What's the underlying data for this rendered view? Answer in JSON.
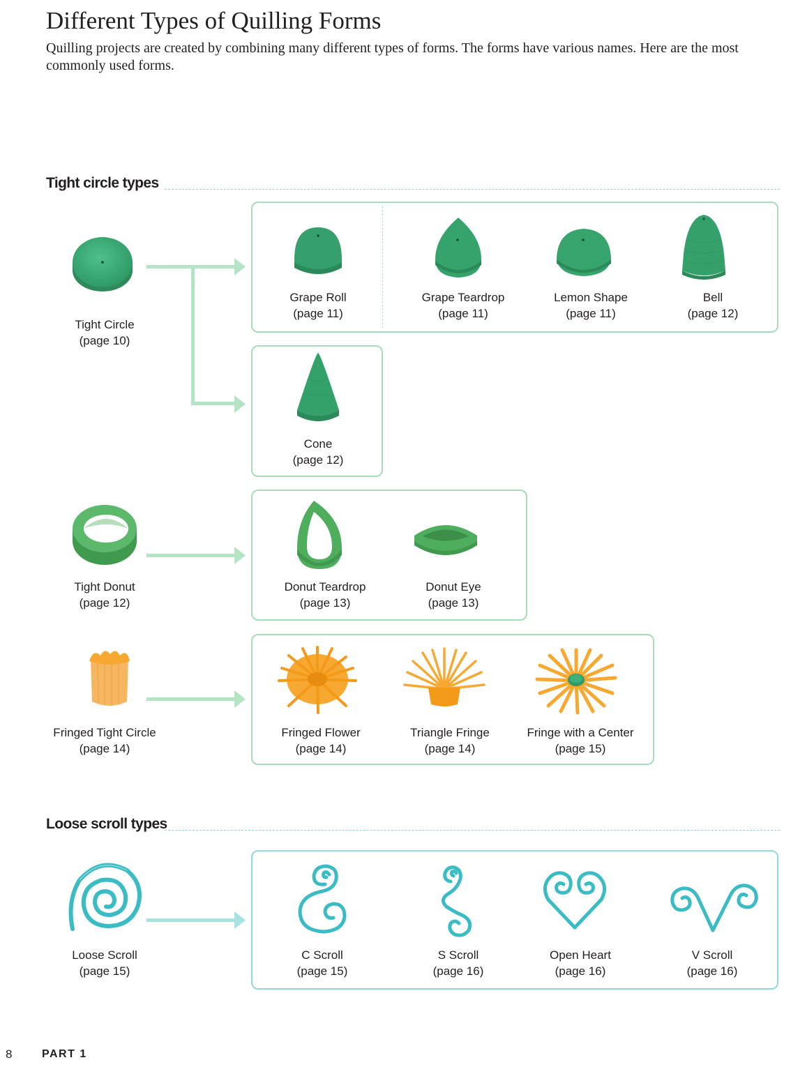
{
  "page": {
    "title": "Different Types of Quilling Forms",
    "intro": "Quilling projects are created by combining many different types of forms. The forms have various names. Here are the most commonly used forms."
  },
  "sections": {
    "tight": {
      "heading": "Tight circle types"
    },
    "loose": {
      "heading": "Loose scroll types"
    }
  },
  "forms": {
    "tight_circle": {
      "name": "Tight Circle",
      "page": "(page 10)"
    },
    "grape_roll": {
      "name": "Grape Roll",
      "page": "(page 11)"
    },
    "grape_teardrop": {
      "name": "Grape Teardrop",
      "page": "(page 11)"
    },
    "lemon_shape": {
      "name": "Lemon Shape",
      "page": "(page 11)"
    },
    "bell": {
      "name": "Bell",
      "page": "(page 12)"
    },
    "cone": {
      "name": "Cone",
      "page": "(page 12)"
    },
    "tight_donut": {
      "name": "Tight Donut",
      "page": "(page 12)"
    },
    "donut_teardrop": {
      "name": "Donut Teardrop",
      "page": "(page 13)"
    },
    "donut_eye": {
      "name": "Donut Eye",
      "page": "(page 13)"
    },
    "fringed_tight_circle": {
      "name": "Fringed Tight Circle",
      "page": "(page 14)"
    },
    "fringed_flower": {
      "name": "Fringed Flower",
      "page": "(page 14)"
    },
    "triangle_fringe": {
      "name": "Triangle Fringe",
      "page": "(page 14)"
    },
    "fringe_with_center": {
      "name": "Fringe with a Center",
      "page": "(page 15)"
    },
    "loose_scroll": {
      "name": "Loose Scroll",
      "page": "(page 15)"
    },
    "c_scroll": {
      "name": "C Scroll",
      "page": "(page 15)"
    },
    "s_scroll": {
      "name": "S Scroll",
      "page": "(page 16)"
    },
    "open_heart": {
      "name": "Open Heart",
      "page": "(page 16)"
    },
    "v_scroll": {
      "name": "V Scroll",
      "page": "(page 16)"
    }
  },
  "footer": {
    "page_number": "8",
    "part": "PART 1"
  },
  "colors": {
    "green_paper": "#3a9e6a",
    "donut_green": "#4fa85a",
    "orange_paper": "#f7a830",
    "teal_paper": "#3bbcc4",
    "box_border_green": "#a6dcb8",
    "box_border_teal": "#93d9d8",
    "arrow_green": "#b5e3c6",
    "arrow_teal": "#a8e2e2"
  }
}
